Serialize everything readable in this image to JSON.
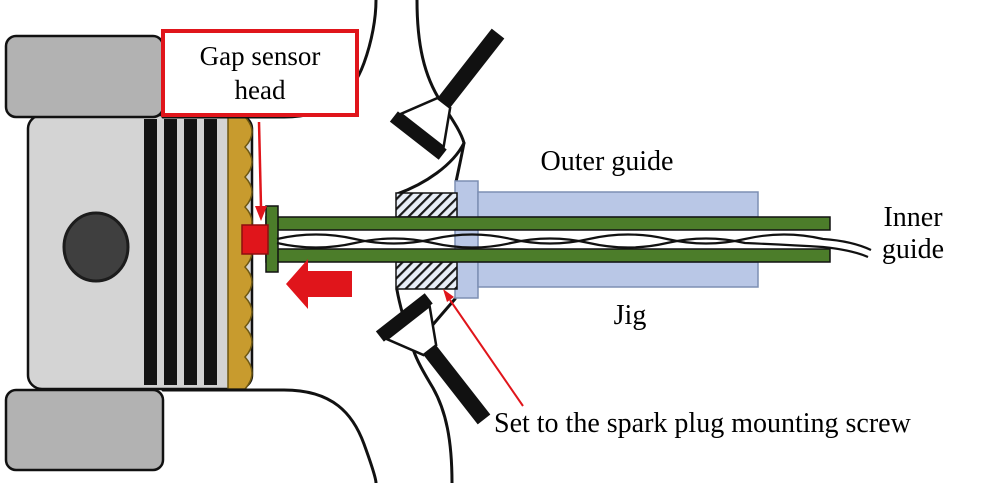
{
  "figure": {
    "callout": {
      "text": "Gap sensor head"
    },
    "labels": {
      "outer_guide": "Outer guide",
      "inner_guide": "Inner guide",
      "jig": "Jig",
      "screw_note": "Set to the spark plug mounting screw"
    },
    "colors": {
      "red": "#e0151b",
      "green": "#4c7d2a",
      "blue": "#b9c7e6",
      "gold": "#c89b2e",
      "gray_wall": "#b2b2b2",
      "piston": "#d4d4d4",
      "pin": "#3f3f3f"
    }
  }
}
